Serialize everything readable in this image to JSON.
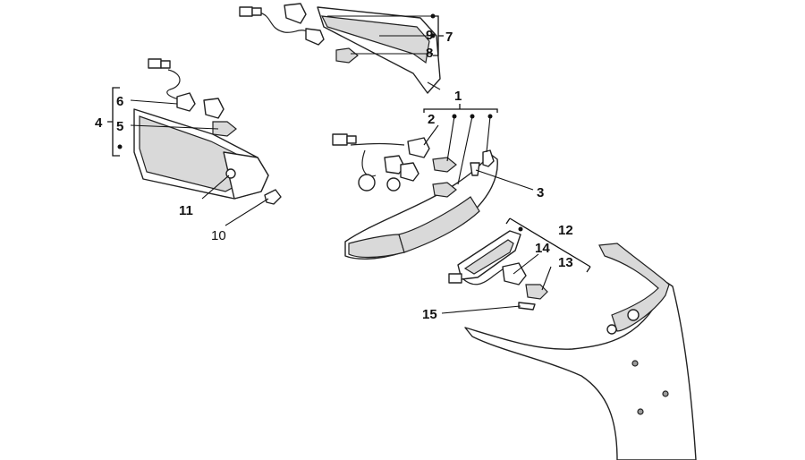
{
  "diagram": {
    "callouts": {
      "c1": "1",
      "c2": "2",
      "c3": "3",
      "c4": "4",
      "c5": "5",
      "c6": "6",
      "c7": "7",
      "c8": "8",
      "c9": "9",
      "c10": "10",
      "c11": "11",
      "c12": "12",
      "c13": "13",
      "c14": "14",
      "c15": "15"
    }
  }
}
